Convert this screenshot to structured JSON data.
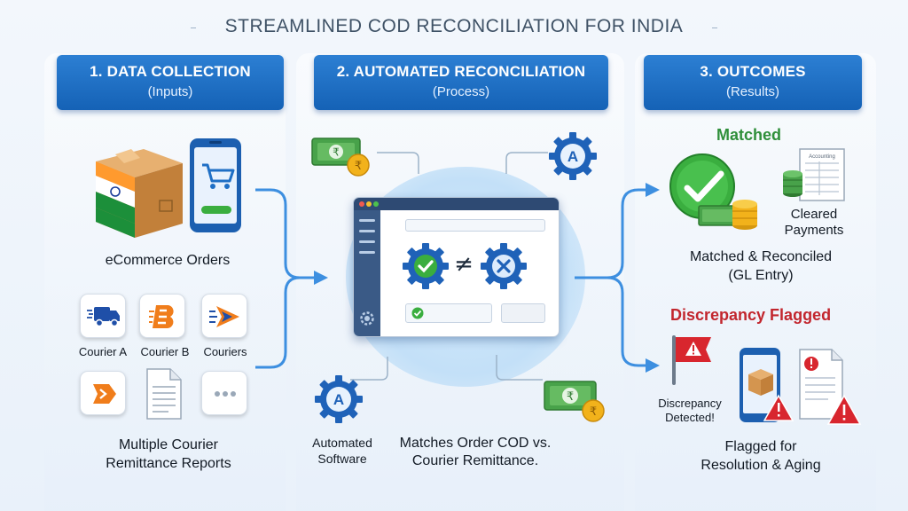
{
  "title": "STREAMLINED COD RECONCILIATION FOR INDIA",
  "columns": [
    {
      "title": "1. DATA COLLECTION",
      "subtitle": "(Inputs)"
    },
    {
      "title": "2. AUTOMATED RECONCILIATION",
      "subtitle": "(Process)"
    },
    {
      "title": "3. OUTCOMES",
      "subtitle": "(Results)"
    }
  ],
  "inputs": {
    "ecommerce_label": "eCommerce Orders",
    "couriers": [
      "Courier A",
      "Courier B",
      "Couriers"
    ],
    "reports_label_line1": "Multiple Courier",
    "reports_label_line2": "Remittance Reports"
  },
  "process": {
    "rupee_symbol": "₹",
    "gear_letter": "A",
    "not_equal": "≠",
    "software_line1": "Automated",
    "software_line2": "Software",
    "matches_line1": "Matches Order COD vs.",
    "matches_line2": "Courier Remittance."
  },
  "outcomes": {
    "matched_heading": "Matched",
    "accounting_label": "Accounting",
    "cleared_line1": "Cleared",
    "cleared_line2": "Payments",
    "matched_line1": "Matched & Reconciled",
    "matched_line2": "(GL Entry)",
    "discrepancy_heading": "Discrepancy Flagged",
    "detected_line1": "Discrepancy",
    "detected_line2": "Detected!",
    "flagged_line1": "Flagged for",
    "flagged_line2": "Resolution & Aging"
  },
  "colors": {
    "header_blue": "#1f6fc5",
    "arrow_blue": "#3d8fe0",
    "green": "#2f8f3a",
    "red": "#c2262e",
    "orange": "#f07d1b"
  }
}
